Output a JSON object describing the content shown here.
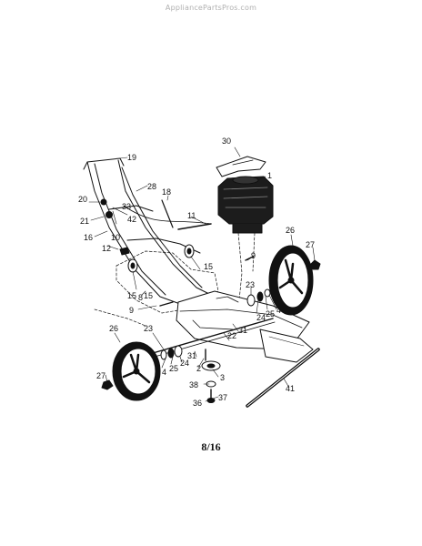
{
  "watermark": "AppliancePartsPros.com",
  "page_label": "8/16",
  "callouts": [
    {
      "id": "c1",
      "text": "1"
    },
    {
      "id": "c2",
      "text": "2"
    },
    {
      "id": "c3",
      "text": "3"
    },
    {
      "id": "c4a",
      "text": "4"
    },
    {
      "id": "c4b",
      "text": "4"
    },
    {
      "id": "c8",
      "text": "8"
    },
    {
      "id": "c9a",
      "text": "9"
    },
    {
      "id": "c9b",
      "text": "9"
    },
    {
      "id": "c10",
      "text": "10"
    },
    {
      "id": "c11",
      "text": "11"
    },
    {
      "id": "c12",
      "text": "12"
    },
    {
      "id": "c15a",
      "text": "15"
    },
    {
      "id": "c15b",
      "text": "15"
    },
    {
      "id": "c15c",
      "text": "15"
    },
    {
      "id": "c16",
      "text": "16"
    },
    {
      "id": "c18",
      "text": "18"
    },
    {
      "id": "c19",
      "text": "19"
    },
    {
      "id": "c20",
      "text": "20"
    },
    {
      "id": "c21",
      "text": "21"
    },
    {
      "id": "c22",
      "text": "22"
    },
    {
      "id": "c23a",
      "text": "23"
    },
    {
      "id": "c23b",
      "text": "23"
    },
    {
      "id": "c24a",
      "text": "24"
    },
    {
      "id": "c24b",
      "text": "24"
    },
    {
      "id": "c25a",
      "text": "25"
    },
    {
      "id": "c25b",
      "text": "25"
    },
    {
      "id": "c26a",
      "text": "26"
    },
    {
      "id": "c26b",
      "text": "26"
    },
    {
      "id": "c27a",
      "text": "27"
    },
    {
      "id": "c27b",
      "text": "27"
    },
    {
      "id": "c28",
      "text": "28"
    },
    {
      "id": "c30",
      "text": "30"
    },
    {
      "id": "c31a",
      "text": "31"
    },
    {
      "id": "c31b",
      "text": "31"
    },
    {
      "id": "c33",
      "text": "33"
    },
    {
      "id": "c36",
      "text": "36"
    },
    {
      "id": "c37",
      "text": "37"
    },
    {
      "id": "c38",
      "text": "38"
    },
    {
      "id": "c41",
      "text": "41"
    },
    {
      "id": "c42",
      "text": "42"
    }
  ]
}
